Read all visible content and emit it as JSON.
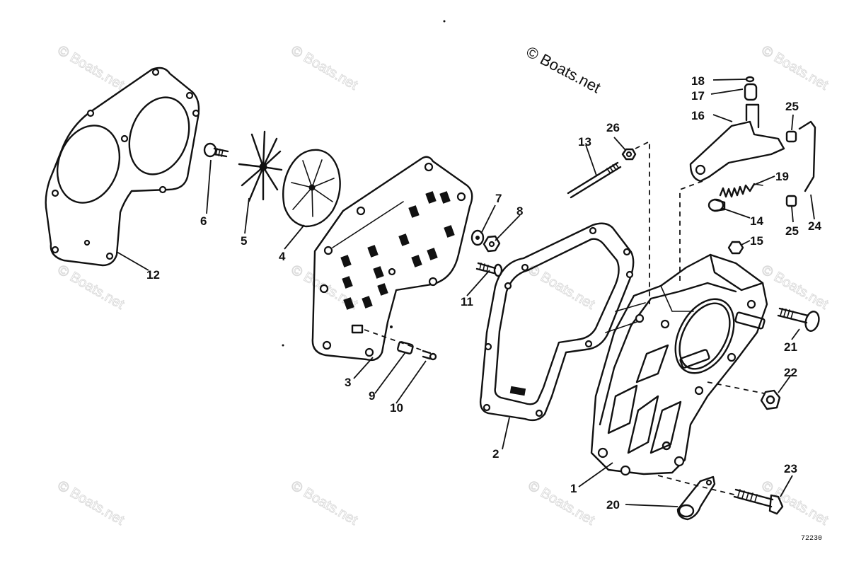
{
  "diagram": {
    "copyright": "© Boats.net",
    "watermark": "© Boats.net",
    "figure_number": "72230",
    "callouts": {
      "p1": "1",
      "p2": "2",
      "p3": "3",
      "p4": "4",
      "p5": "5",
      "p6": "6",
      "p7": "7",
      "p8": "8",
      "p9": "9",
      "p10": "10",
      "p11": "11",
      "p12": "12",
      "p13": "13",
      "p14": "14",
      "p15": "15",
      "p16": "16",
      "p17": "17",
      "p18": "18",
      "p19": "19",
      "p20": "20",
      "p21": "21",
      "p22": "22",
      "p23": "23",
      "p24": "24",
      "p25a": "25",
      "p25b": "25",
      "p26": "26"
    }
  }
}
